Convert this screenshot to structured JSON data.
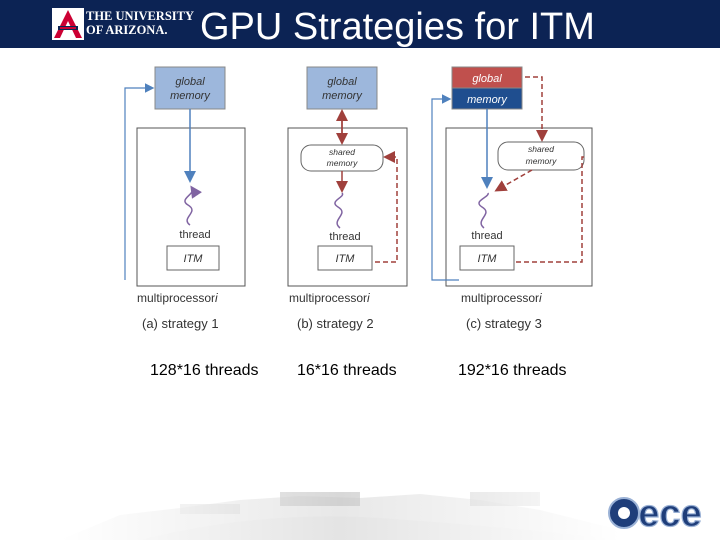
{
  "header": {
    "university_line1": "THE UNIVERSITY",
    "university_line2": "OF ARIZONA.",
    "title": "GPU Strategies for ITM"
  },
  "strategies": [
    {
      "global_label_1": "global",
      "global_label_2": "memory",
      "thread_label": "thread",
      "itm_label": "ITM",
      "mp_label": "multiprocessor",
      "mp_index": "i",
      "caption_prefix": "(a) strategy",
      "caption_num": "1"
    },
    {
      "global_label_1": "global",
      "global_label_2": "memory",
      "shared_label_1": "shared",
      "shared_label_2": "memory",
      "thread_label": "thread",
      "itm_label": "ITM",
      "mp_label": "multiprocessor",
      "mp_index": "i",
      "caption_prefix": "(b) strategy",
      "caption_num": "2"
    },
    {
      "global_label_1": "global",
      "global_label_2": "memory",
      "shared_label_1": "shared",
      "shared_label_2": "memory",
      "thread_label": "thread",
      "itm_label": "ITM",
      "mp_label": "multiprocessor",
      "mp_index": "i",
      "caption_prefix": "(c) strategy",
      "caption_num": "3"
    }
  ],
  "thread_counts": [
    "128*16 threads",
    "16*16 threads",
    "192*16 threads"
  ],
  "footer": {
    "logo_text": "ece"
  },
  "colors": {
    "header_bg": "#0c2354",
    "memory_box": "#9db7dc",
    "global_red": "#c0504d",
    "global_blue": "#1f4e8f",
    "arrow_blue": "#4f81bd",
    "arrow_red": "#a0403c",
    "thread_squiggle": "#8064a2"
  }
}
